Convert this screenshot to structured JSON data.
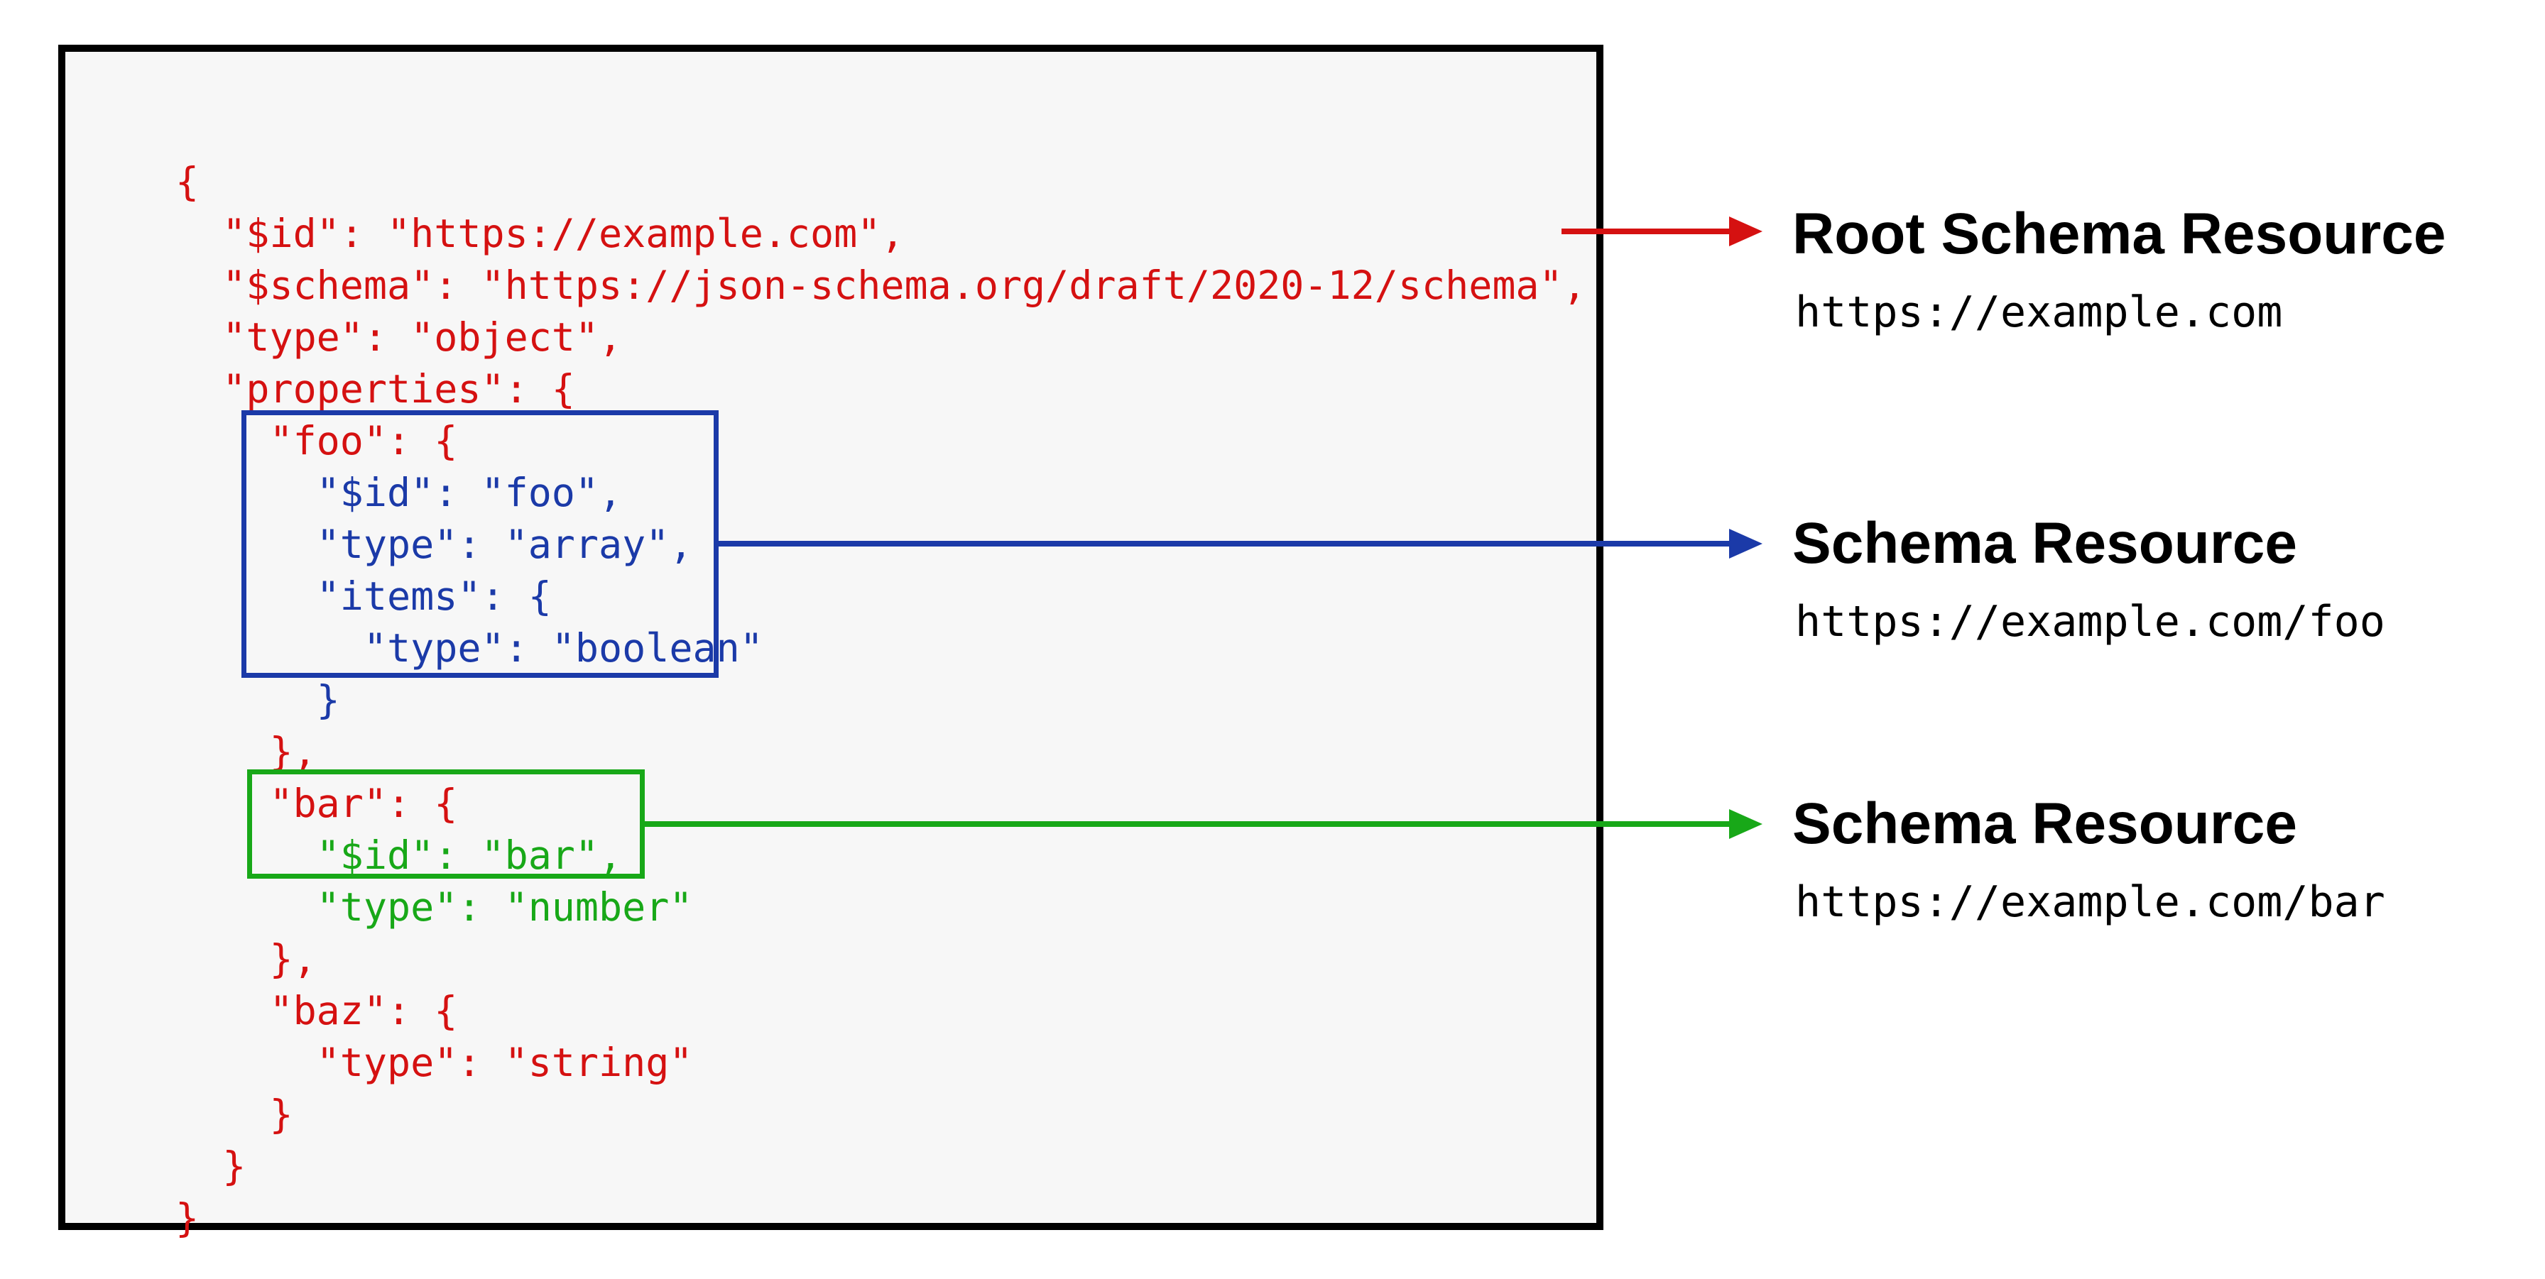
{
  "colors": {
    "red": "#d51111",
    "blue": "#1b3aa8",
    "green": "#18a818",
    "panel-bg": "#f7f7f7",
    "panel-border": "#000000",
    "text": "#000000"
  },
  "code": {
    "lines": [
      {
        "t": "{"
      },
      {
        "t": "  \"$id\": \"https://example.com\","
      },
      {
        "t": "  \"$schema\": \"https://json-schema.org/draft/2020-12/schema\","
      },
      {
        "t": "  \"type\": \"object\","
      },
      {
        "t": "  \"properties\": {"
      },
      {
        "t": "    \"foo\": {"
      },
      {
        "t": "      \"$id\": \"foo\","
      },
      {
        "t": "      \"type\": \"array\","
      },
      {
        "t": "      \"items\": {"
      },
      {
        "t": "        \"type\": \"boolean\""
      },
      {
        "t": "      }"
      },
      {
        "t": "    },"
      },
      {
        "t": "    \"bar\": {"
      },
      {
        "t": "      \"$id\": \"bar\","
      },
      {
        "t": "      \"type\": \"number\""
      },
      {
        "t": "    },"
      },
      {
        "t": "    \"baz\": {"
      },
      {
        "t": "      \"type\": \"string\""
      },
      {
        "t": "    }"
      },
      {
        "t": "  }"
      },
      {
        "t": "}"
      }
    ]
  },
  "annotations": [
    {
      "title": "Root Schema Resource",
      "url": "https://example.com"
    },
    {
      "title": "Schema Resource",
      "url": "https://example.com/foo"
    },
    {
      "title": "Schema Resource",
      "url": "https://example.com/bar"
    }
  ]
}
